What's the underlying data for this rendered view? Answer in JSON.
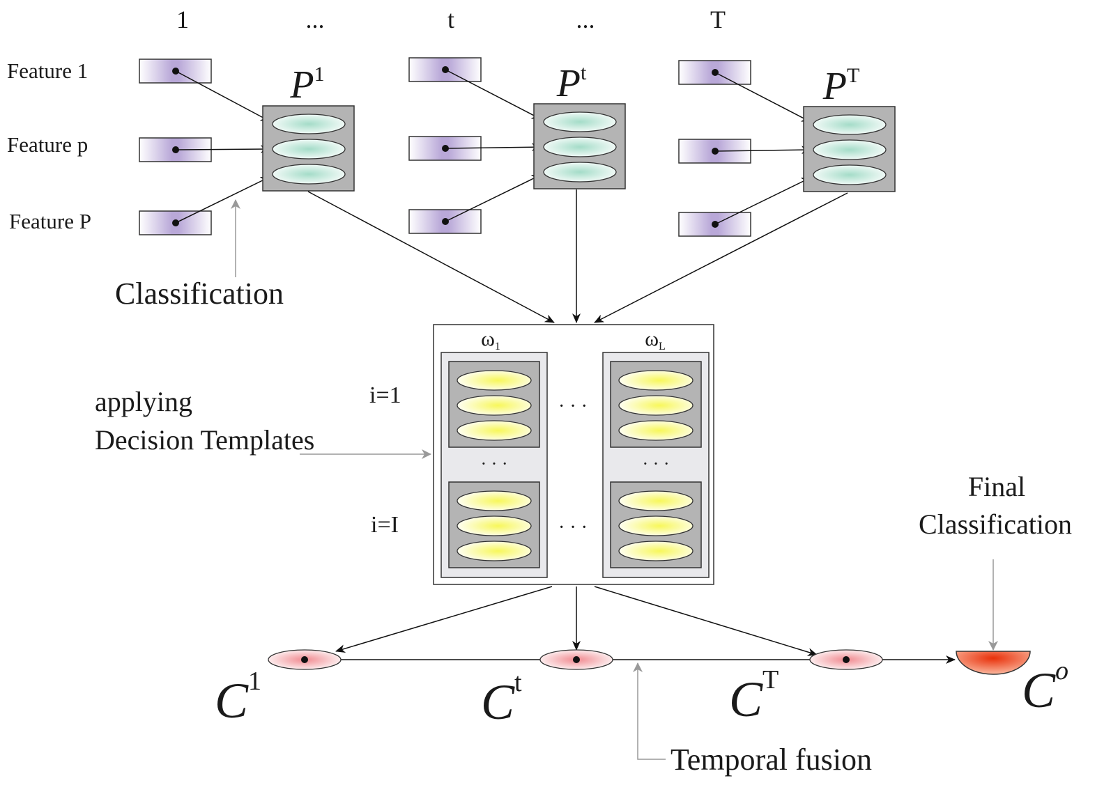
{
  "time_labels": {
    "first": "1",
    "ellipsis_1": "...",
    "middle": "t",
    "ellipsis_2": "...",
    "last": "T"
  },
  "features": {
    "first": "Feature 1",
    "middle": "Feature p",
    "last": "Feature P"
  },
  "classifiers": [
    {
      "symbol": "P",
      "superscript": "1"
    },
    {
      "symbol": "P",
      "superscript": "t"
    },
    {
      "symbol": "P",
      "superscript": "T"
    }
  ],
  "labels": {
    "classification": "Classification",
    "applying_line1": "applying",
    "applying_line2": "Decision Templates",
    "final_line1": "Final",
    "final_line2": "Classification",
    "temporal_fusion": "Temporal fusion"
  },
  "decision_templates": {
    "class_first": {
      "symbol": "ω",
      "subscript": "1"
    },
    "class_last": {
      "symbol": "ω",
      "subscript": "L"
    },
    "row_first": "i=1",
    "row_last": "i=I",
    "ellipsis": "· · ·"
  },
  "outputs": [
    {
      "symbol": "C",
      "superscript": "1"
    },
    {
      "symbol": "C",
      "superscript": "t"
    },
    {
      "symbol": "C",
      "superscript": "T"
    }
  ],
  "final_output": {
    "symbol": "C",
    "superscript": "o"
  },
  "colors": {
    "feature_fill": "#b9a8d8",
    "classifier_ellipse": "#a9dccb",
    "template_ellipse": "#f7f76a",
    "output_ellipse": "#f4a3a6",
    "final_output": "#e8401a",
    "box_gray": "#b4b4b4",
    "panel_gray": "#e9e9ec",
    "annotation_arrow": "#999999"
  }
}
